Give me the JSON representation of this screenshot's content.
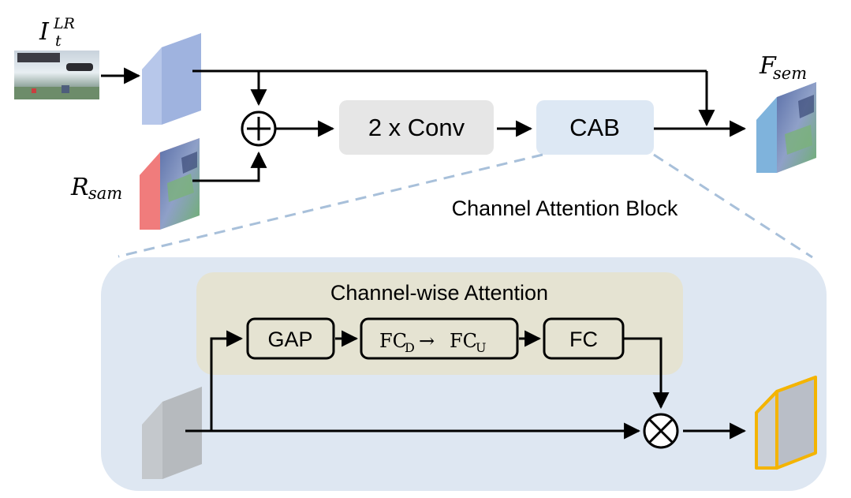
{
  "labels": {
    "input_main": "I",
    "input_sub": "t",
    "input_sup": "LR",
    "rsam_main": "R",
    "rsam_sub": "sam",
    "fsem_main": "F",
    "fsem_sub": "sem",
    "conv": "2 x Conv",
    "cab": "CAB",
    "cab_title": "Channel Attention Block",
    "cwa_title": "Channel-wise Attention",
    "gap": "GAP",
    "fc_main": "FC",
    "fc_d_sub": "D",
    "arrow_glyph": "→",
    "fc_u_sub": "U",
    "fc": "FC"
  },
  "colors": {
    "block_input": "#a9bde6",
    "block_rsam": "#f07c7c",
    "block_fsem": "#7fb3dc",
    "block_feature": "#c4c8cc",
    "block_output_fill": "#c9ced6",
    "block_output_border": "#f4b400",
    "conv_box": "#e6e6e6",
    "cab_box": "#dde8f4",
    "cab_panel": "#dee7f2",
    "cwa_panel": "#e5e3d2",
    "dashed": "#a8c0da",
    "line": "#000000"
  },
  "icons": {
    "sum": "circle-plus-icon",
    "product": "circle-times-icon"
  }
}
